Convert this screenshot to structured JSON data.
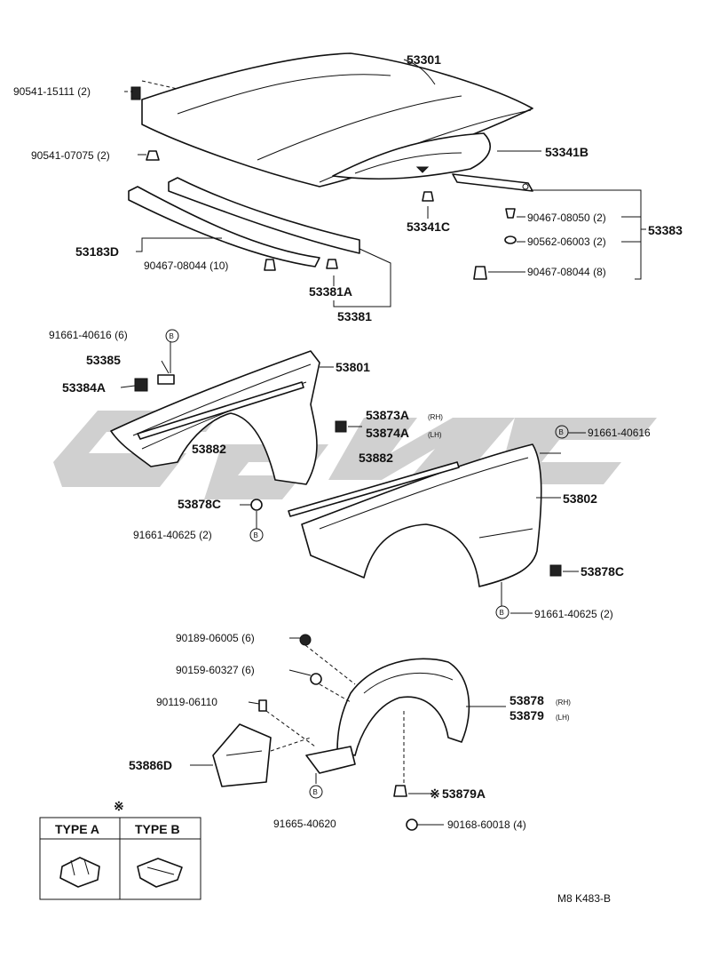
{
  "labels": {
    "p53301": "53301",
    "p90541_15111": "90541-15111 (2)",
    "p90541_07075": "90541-07075 (2)",
    "p53341B": "53341B",
    "p53341C": "53341C",
    "p90467_08050": "90467-08050 (2)",
    "p90562_06003": "90562-06003 (2)",
    "p90467_08044_8": "90467-08044 (8)",
    "p53383": "53383",
    "p53183D": "53183D",
    "p90467_08044_10": "90467-08044 (10)",
    "p53381A": "53381A",
    "p53381": "53381",
    "p91661_40616_6": "91661-40616 (6)",
    "p53385": "53385",
    "p53384A": "53384A",
    "p53801": "53801",
    "p53882a": "53882",
    "p53873A": "53873A",
    "p53873A_suffix": "(RH)",
    "p53874A": "53874A",
    "p53874A_suffix": "(LH)",
    "p91661_40616": "91661-40616",
    "p53882b": "53882",
    "p53802": "53802",
    "p53878C_a": "53878C",
    "p91661_40625_a": "91661-40625 (2)",
    "p53878C_b": "53878C",
    "p91661_40625_b": "91661-40625 (2)",
    "p90189_06005": "90189-06005 (6)",
    "p90159_60327": "90159-60327 (6)",
    "p90119_06110": "90119-06110",
    "p53878": "53878",
    "p53878_suffix": "(RH)",
    "p53879": "53879",
    "p53879_suffix": "(LH)",
    "p53886D": "53886D",
    "p53879A": "53879A",
    "p91665_40620": "91665-40620",
    "p90168_60018": "90168-60018 (4)",
    "marker_B": "B",
    "asterisk": "※",
    "type_a": "TYPE A",
    "type_b": "TYPE B",
    "diagram_code": "M8 K483-B"
  },
  "colors": {
    "ink": "#111111",
    "watermark": "#d0d0d0"
  }
}
